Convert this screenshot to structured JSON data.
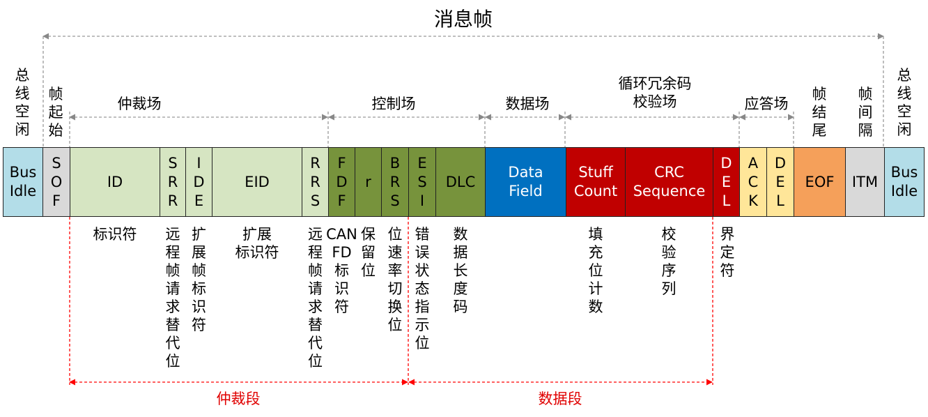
{
  "title": "消息帧",
  "colors": {
    "bus_idle": "#b3dde8",
    "sof": "#d9d9d9",
    "arbitration": "#d6e5c2",
    "control_dark": "#77933c",
    "data_field": "#0070c0",
    "crc": "#c00000",
    "ack": "#ffe699",
    "eof": "#f5a05a",
    "itm": "#d9d9d9",
    "red_line": "#ff0000"
  },
  "top_labels": {
    "bus_idle_left": "总\n线\n空\n闲",
    "sof": "帧\n起\n始",
    "arbitration_field": "仲裁场",
    "control_field": "控制场",
    "data_field": "数据场",
    "crc_field": "循环冗余码\n校验场",
    "ack_field": "应答场",
    "eof": "帧\n结\n尾",
    "itm": "帧\n间\n隔",
    "bus_idle_right": "总\n线\n空\n闲"
  },
  "cells": {
    "bus_idle_left": "Bus\nIdle",
    "sof": "S\nO\nF",
    "id": "ID",
    "srr": "S\nR\nR",
    "ide": "I\nD\nE",
    "eid": "EID",
    "rrs": "R\nR\nS",
    "fdf": "F\nD\nF",
    "r": "r",
    "brs": "B\nR\nS",
    "esi": "E\nS\nI",
    "dlc": "DLC",
    "data": "Data\nField",
    "stuff_count": "Stuff\nCount",
    "crc_seq": "CRC\nSequence",
    "del1": "D\nE\nL",
    "ack": "A\nC\nK",
    "del2": "D\nE\nL",
    "eof": "EOF",
    "itm": "ITM",
    "bus_idle_right": "Bus\nIdle"
  },
  "descriptions": {
    "id": "标识符",
    "srr": "远\n程\n帧\n请\n求\n替\n代\n位",
    "ide": "扩\n展\n帧\n标\n识\n符",
    "eid": "扩展\n标识符",
    "rrs": "远\n程\n帧\n请\n求\n替\n代\n位",
    "fdf": "CAN\nFD\n标\n识\n符",
    "r": "保\n留\n位",
    "brs": "位\n速\n率\n切\n换\n位",
    "esi": "错\n误\n状\n态\n指\n示\n位",
    "dlc": "数\n据\n长\n度\n码",
    "stuff_count": "填\n充\n位\n计\n数",
    "crc_seq": "校\n验\n序\n列",
    "del1": "界\n定\n符"
  },
  "bottom_labels": {
    "arbitration_phase": "仲裁段",
    "data_phase": "数据段"
  }
}
